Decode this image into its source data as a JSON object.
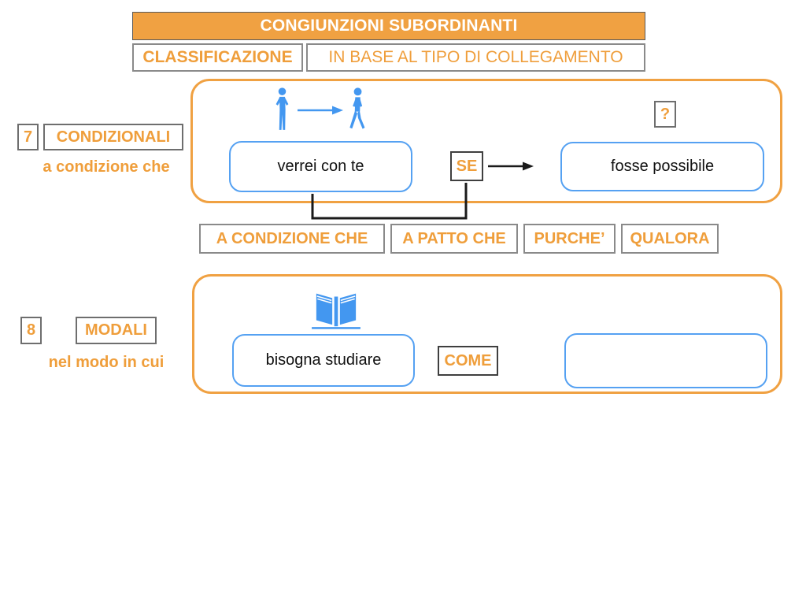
{
  "banner": {
    "title": "CONGIUNZIONI SUBORDINANTI"
  },
  "subtitle": {
    "classification_label": "CLASSIFICAZIONE",
    "basis_label": "IN BASE AL TIPO DI COLLEGAMENTO"
  },
  "conditionals": {
    "number": "7",
    "category_label": "CONDIZIONALI",
    "meaning_label": "a condizione che",
    "clause_main": "verrei con te",
    "conjunction": "SE",
    "uncertainty_mark": "?",
    "clause_sub": "fosse possibile",
    "alternatives": [
      "A CONDIZIONE CHE",
      "A PATTO CHE",
      "PURCHE’",
      "QUALORA"
    ]
  },
  "modals": {
    "number": "8",
    "category_label": "MODALI",
    "meaning_label": "nel modo in cui",
    "clause_main": "bisogna studiare",
    "conjunction": "COME",
    "clause_sub": ""
  },
  "icons": {
    "standing_person": "standing-person-icon",
    "walking_person": "walking-person-icon",
    "open_book": "open-book-icon",
    "arrow_right": "arrow-right-icon"
  },
  "colors": {
    "orange": "#F0A142",
    "orange_text": "#EF9E3B",
    "blue_border": "#55A1F2",
    "blue_icon": "#4397F0",
    "gray_border": "#8a8a8a",
    "dark_border": "#3f3f3f",
    "line_black": "#1a1a1a",
    "banner_text": "#ffffff"
  }
}
